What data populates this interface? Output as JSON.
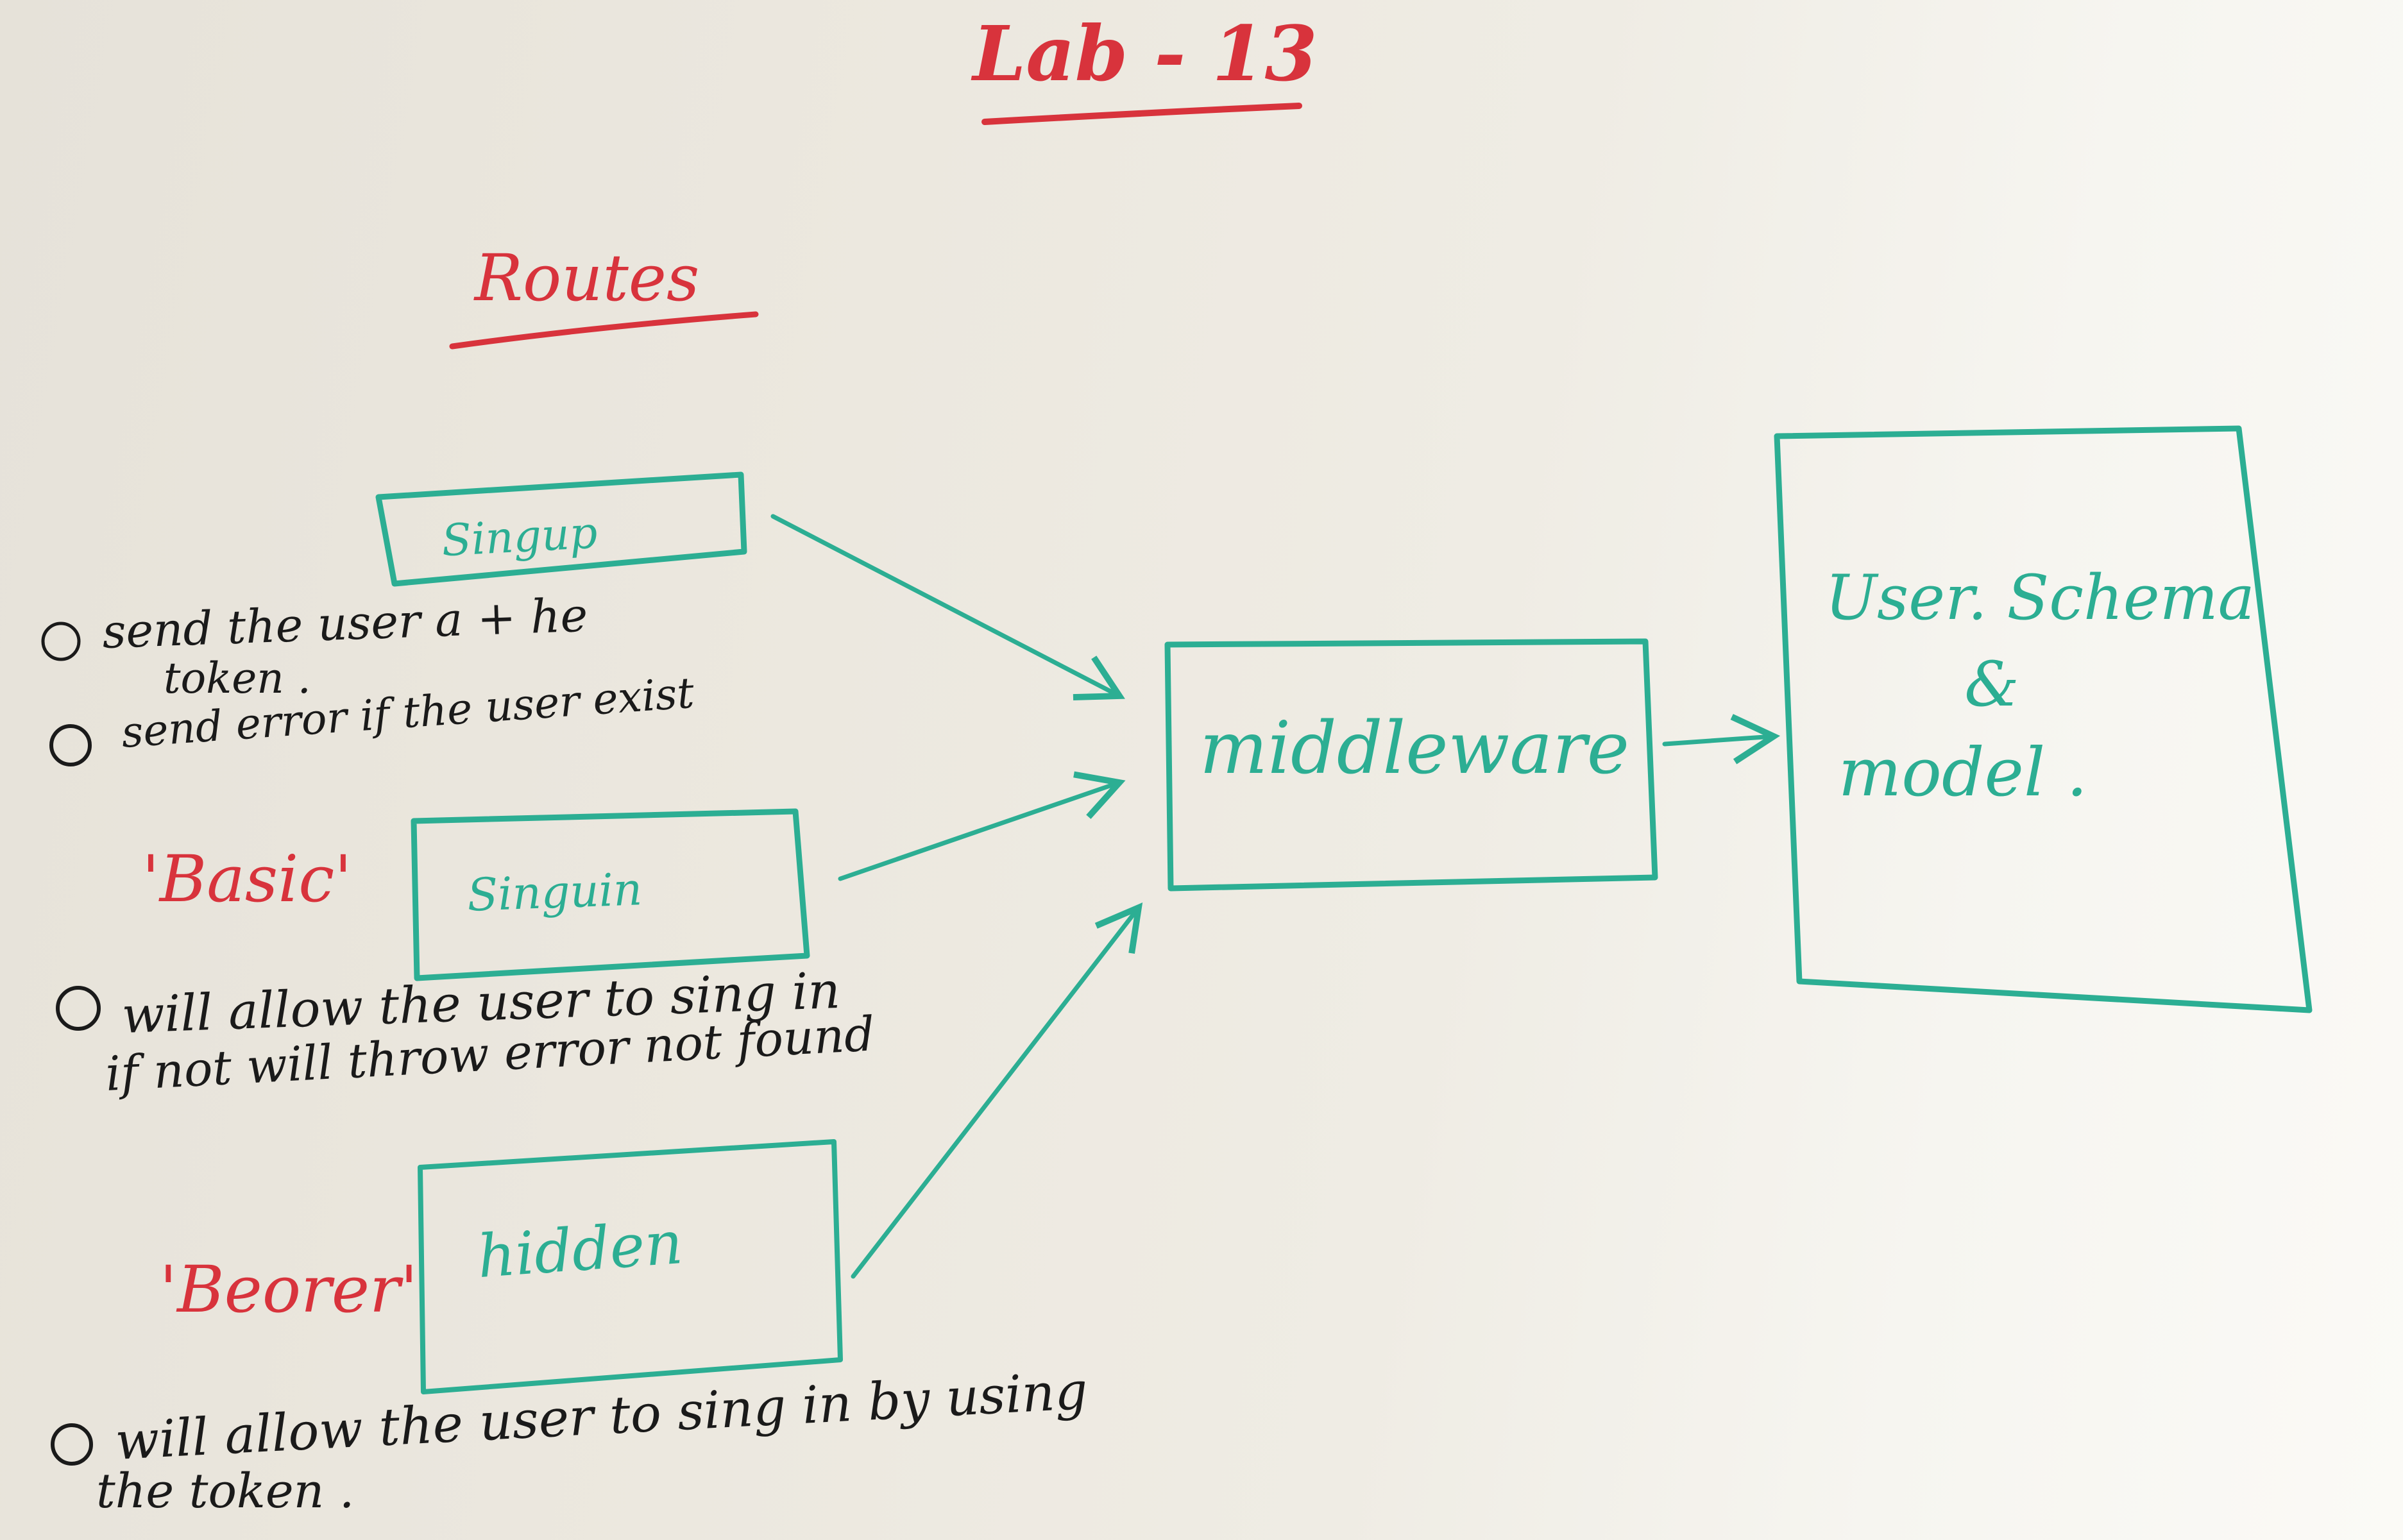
{
  "title": "Lab - 13",
  "subtitle": "Routes",
  "routes": [
    {
      "box_label": "Singup",
      "auth_label": "",
      "notes": [
        "send the user a + he",
        "token .",
        "send error if the user exist"
      ]
    },
    {
      "box_label": "Singuin",
      "auth_label": "'Basic'",
      "notes": [
        "will allow the user to sing in",
        "if not will throw error not found"
      ]
    },
    {
      "box_label": "hidden",
      "auth_label": "'Beorer'",
      "notes": [
        "will allow the user to sing in by using",
        "the token ."
      ]
    }
  ],
  "middleware_label": "middleware",
  "schema_lines": [
    "User. Schema",
    "&",
    "model ."
  ],
  "colors": {
    "red_marker": "#d8333c",
    "teal_marker": "#2cae93",
    "black_marker": "#1a1a1a"
  }
}
